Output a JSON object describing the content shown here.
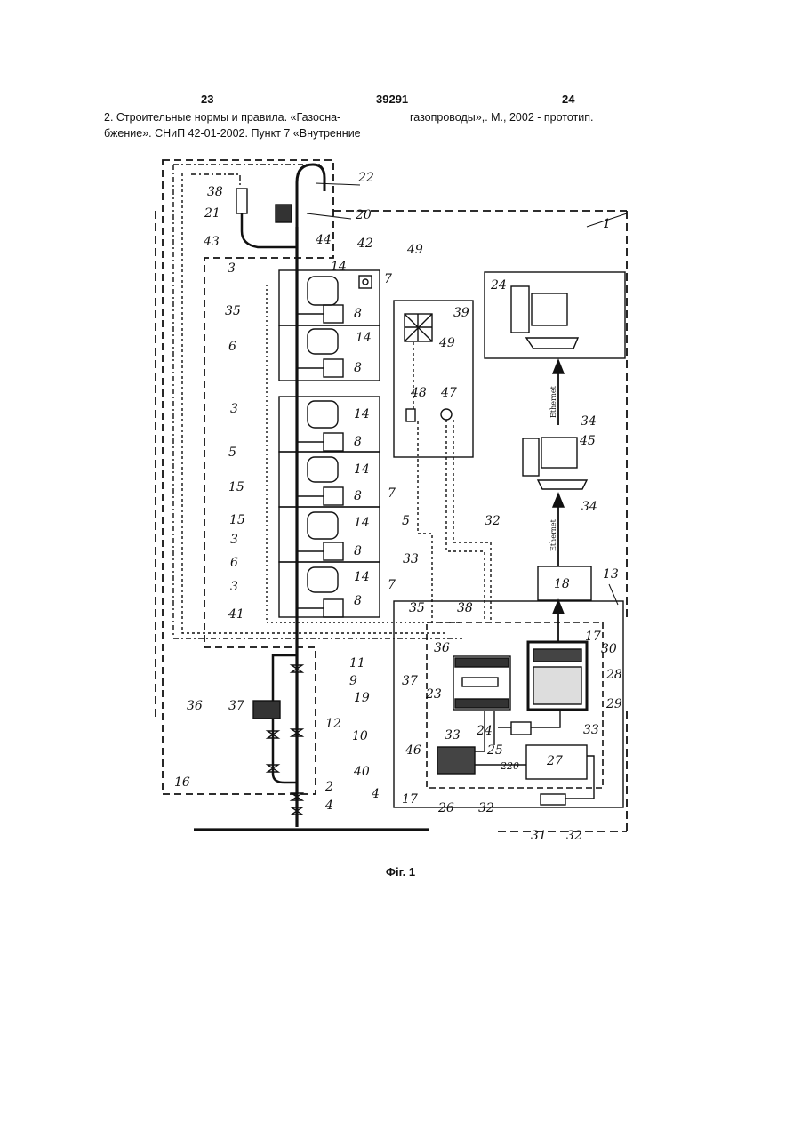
{
  "header": {
    "page_left": "23",
    "patent_no": "39291",
    "page_right": "24"
  },
  "reference": {
    "col1_line1": "2. Строительные нормы и правила. «Газосна-",
    "col1_line2": "бжение». СНиП 42-01-2002. Пункт 7 «Внутренние",
    "col2_line1": "газопроводы»,. М., 2002 - прототип."
  },
  "figure": {
    "caption": "Фіг. 1",
    "ethernet_label": "Ethernet",
    "voltage_label": "220",
    "labels": [
      "1",
      "2",
      "3",
      "4",
      "5",
      "6",
      "7",
      "8",
      "9",
      "10",
      "11",
      "12",
      "13",
      "14",
      "15",
      "16",
      "17",
      "18",
      "19",
      "20",
      "21",
      "22",
      "23",
      "24",
      "25",
      "26",
      "27",
      "28",
      "29",
      "30",
      "31",
      "32",
      "33",
      "34",
      "35",
      "36",
      "37",
      "38",
      "39",
      "40",
      "41",
      "42",
      "43",
      "44",
      "45",
      "46",
      "47",
      "48",
      "49"
    ]
  }
}
